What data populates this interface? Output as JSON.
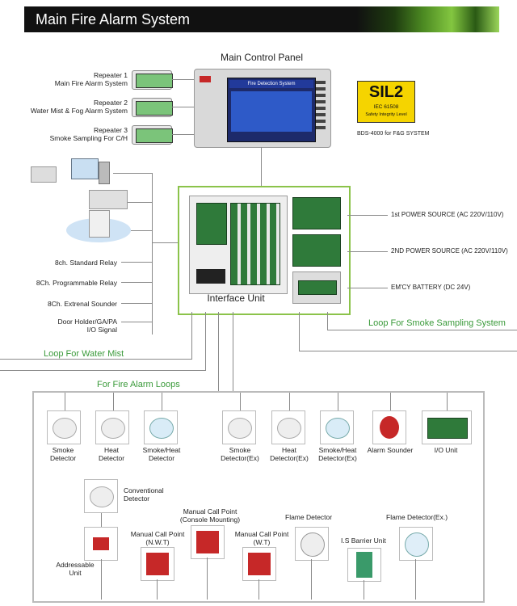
{
  "header": {
    "title": "Main Fire Alarm System"
  },
  "main_panel": {
    "label": "Main Control Panel",
    "screen_title": "Fire Detection System"
  },
  "sil": {
    "badge": "SIL2",
    "standard": "IEC 61508",
    "level": "Safety Integrity Level",
    "caption": "BDS-4000 for F&G SYSTEM"
  },
  "repeaters": [
    {
      "title": "Repeater 1",
      "subtitle": "Main Fire Alarm System"
    },
    {
      "title": "Repeater 2",
      "subtitle": "Water Mist & Fog Alarm System"
    },
    {
      "title": "Repeater 3",
      "subtitle": "Smoke Sampling For C/H"
    }
  ],
  "interface": {
    "label": "Interface Unit"
  },
  "power": [
    {
      "label": "1st POWER SOURCE (AC 220V/110V)"
    },
    {
      "label": "2ND POWER SOURCE (AC 220V/110V)"
    },
    {
      "label": "EM'CY BATTERY (DC 24V)"
    }
  ],
  "relays": [
    {
      "label": "8ch. Standard Relay"
    },
    {
      "label": "8Ch. Programmable Relay"
    },
    {
      "label": "8Ch. Extrenal Sounder"
    },
    {
      "label1": "Door Holder/GA/PA",
      "label2": "I/O Signal"
    }
  ],
  "loops": {
    "smoke_sampling": "Loop For Smoke Sampling System",
    "water_mist": "Loop For Water Mist",
    "fire_alarm": "For Fire Alarm Loops"
  },
  "detectors_row": [
    {
      "l1": "Smoke",
      "l2": "Detector"
    },
    {
      "l1": "Heat",
      "l2": "Detector"
    },
    {
      "l1": "Smoke/Heat",
      "l2": "Detector"
    },
    {
      "l1": "Smoke",
      "l2": "Detector(Ex)"
    },
    {
      "l1": "Heat",
      "l2": "Detector(Ex)"
    },
    {
      "l1": "Smoke/Heat",
      "l2": "Detector(Ex)"
    },
    {
      "l1": "Alarm Sounder",
      "l2": ""
    },
    {
      "l1": "I/O Unit",
      "l2": ""
    }
  ],
  "lower_devices": {
    "conventional": {
      "l1": "Conventional",
      "l2": "Detector"
    },
    "addressable": {
      "l1": "Addressable",
      "l2": "Unit"
    },
    "mcp_nwt": {
      "l1": "Manual Call Point",
      "l2": "(N.W.T)"
    },
    "mcp_console": {
      "l1": "Manual Call Point",
      "l2": "(Console Mounting)"
    },
    "mcp_wt": {
      "l1": "Manual Call Point",
      "l2": "(W.T)"
    },
    "flame": {
      "l1": "Flame Detector"
    },
    "barrier": {
      "l1": "I.S Barrier Unit"
    },
    "flame_ex": {
      "l1": "Flame Detector(Ex.)"
    }
  },
  "colors": {
    "loop_text": "#3a9a3a",
    "interface_border": "#8bc34a",
    "alarm_red": "#c62828",
    "sil_yellow": "#f5d400"
  }
}
